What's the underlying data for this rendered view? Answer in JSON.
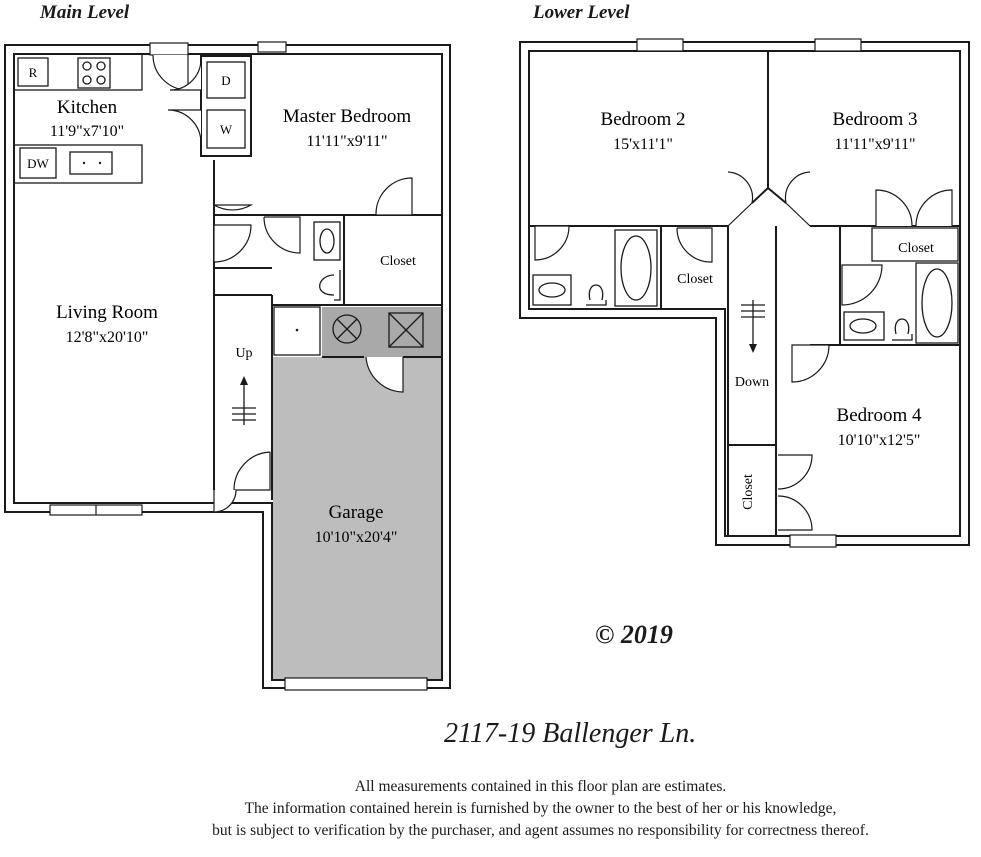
{
  "levels": {
    "main": "Main Level",
    "lower": "Lower Level"
  },
  "main_level": {
    "kitchen": {
      "name": "Kitchen",
      "dim": "11'9\"x7'10\""
    },
    "master_bedroom": {
      "name": "Master Bedroom",
      "dim": "11'11\"x9'11\""
    },
    "living_room": {
      "name": "Living Room",
      "dim": "12'8\"x20'10\""
    },
    "garage": {
      "name": "Garage",
      "dim": "10'10\"x20'4\""
    },
    "closet": "Closet",
    "stairs": "Up",
    "appliances": {
      "refrigerator": "R",
      "dishwasher": "DW",
      "dryer": "D",
      "washer": "W"
    }
  },
  "lower_level": {
    "bedroom2": {
      "name": "Bedroom 2",
      "dim": "15'x11'1\""
    },
    "bedroom3": {
      "name": "Bedroom 3",
      "dim": "11'11\"x9'11\""
    },
    "bedroom4": {
      "name": "Bedroom 4",
      "dim": "10'10\"x12'5\""
    },
    "closet_a": "Closet",
    "closet_b": "Closet",
    "closet_c": "Closet",
    "stairs": "Down"
  },
  "copyright": "© 2019",
  "address": "2117-19 Ballenger Ln.",
  "disclaimer": [
    "All measurements contained in this floor plan are estimates.",
    "The information contained herein is furnished by the owner to the best of her or his knowledge,",
    "but is subject to verification by the purchaser, and agent assumes no responsibility for correctness thereof."
  ],
  "colors": {
    "wall": "#1a1a1a",
    "garage_fill": "#bdbdbd",
    "utility_fill": "#a9a9a9"
  }
}
